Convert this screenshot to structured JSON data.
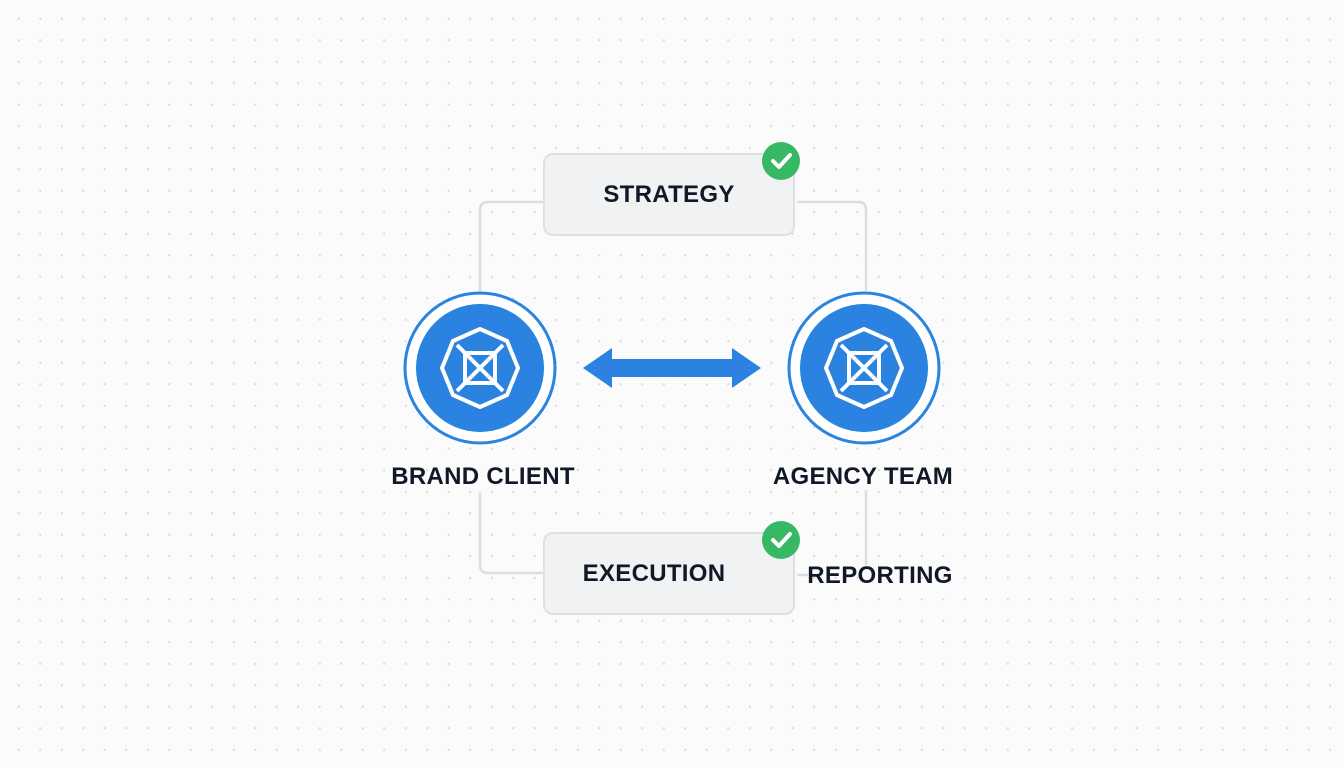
{
  "diagram": {
    "nodes": [
      {
        "id": "brand",
        "label": "BRAND CLIENT"
      },
      {
        "id": "agency",
        "label": "AGENCY TEAM"
      }
    ],
    "steps": [
      {
        "label": "STRATEGY",
        "status": "complete"
      },
      {
        "label": "EXECUTION",
        "status": "complete"
      },
      {
        "label": "REPORTING",
        "status": "none"
      }
    ],
    "connector": "bidirectional-arrow",
    "colors": {
      "accent": "#2b82e0",
      "check": "#37b865",
      "line": "#dcdde0",
      "text": "#111827"
    }
  }
}
